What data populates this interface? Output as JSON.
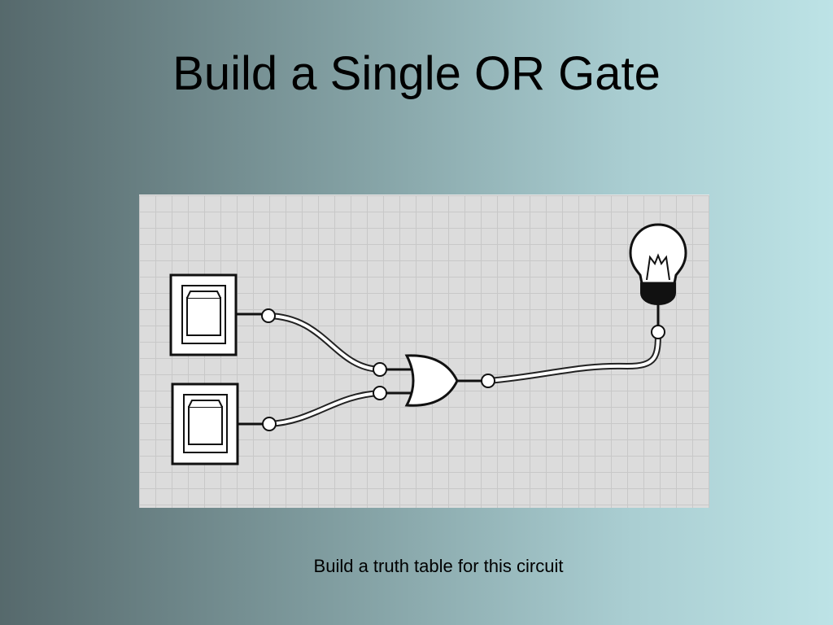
{
  "slide": {
    "title": "Build a Single OR Gate",
    "caption": "Build a truth table for this circuit"
  },
  "diagram": {
    "components": [
      {
        "id": "switch-a",
        "kind": "toggle-switch-icon"
      },
      {
        "id": "switch-b",
        "kind": "toggle-switch-icon"
      },
      {
        "id": "or-gate",
        "kind": "or-gate-icon"
      },
      {
        "id": "lamp",
        "kind": "light-bulb-icon"
      }
    ],
    "connections": [
      {
        "from": "switch-a",
        "to": "or-gate"
      },
      {
        "from": "switch-b",
        "to": "or-gate"
      },
      {
        "from": "or-gate",
        "to": "lamp"
      }
    ],
    "colors": {
      "panel": "#dcdcdc",
      "grid": "#c8c8c8",
      "wire_outline": "#222222",
      "wire_fill": "#ffffff"
    }
  }
}
